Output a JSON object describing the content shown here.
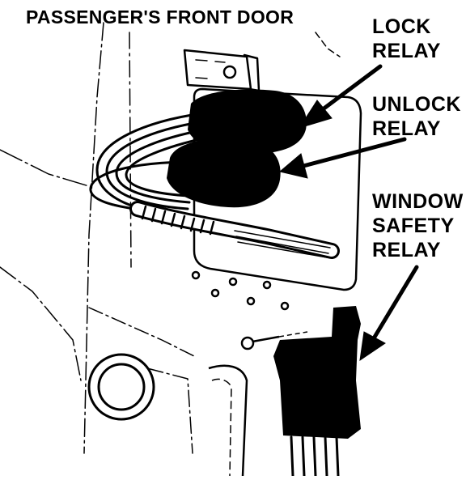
{
  "title": "PASSENGER'S FRONT DOOR",
  "labels": {
    "lock": [
      "LOCK",
      "RELAY"
    ],
    "unlock": [
      "UNLOCK",
      "RELAY"
    ],
    "window_safety": [
      "WINDOW",
      "SAFETY",
      "RELAY"
    ]
  },
  "colors": {
    "ink": "#000000",
    "paper": "#ffffff"
  }
}
